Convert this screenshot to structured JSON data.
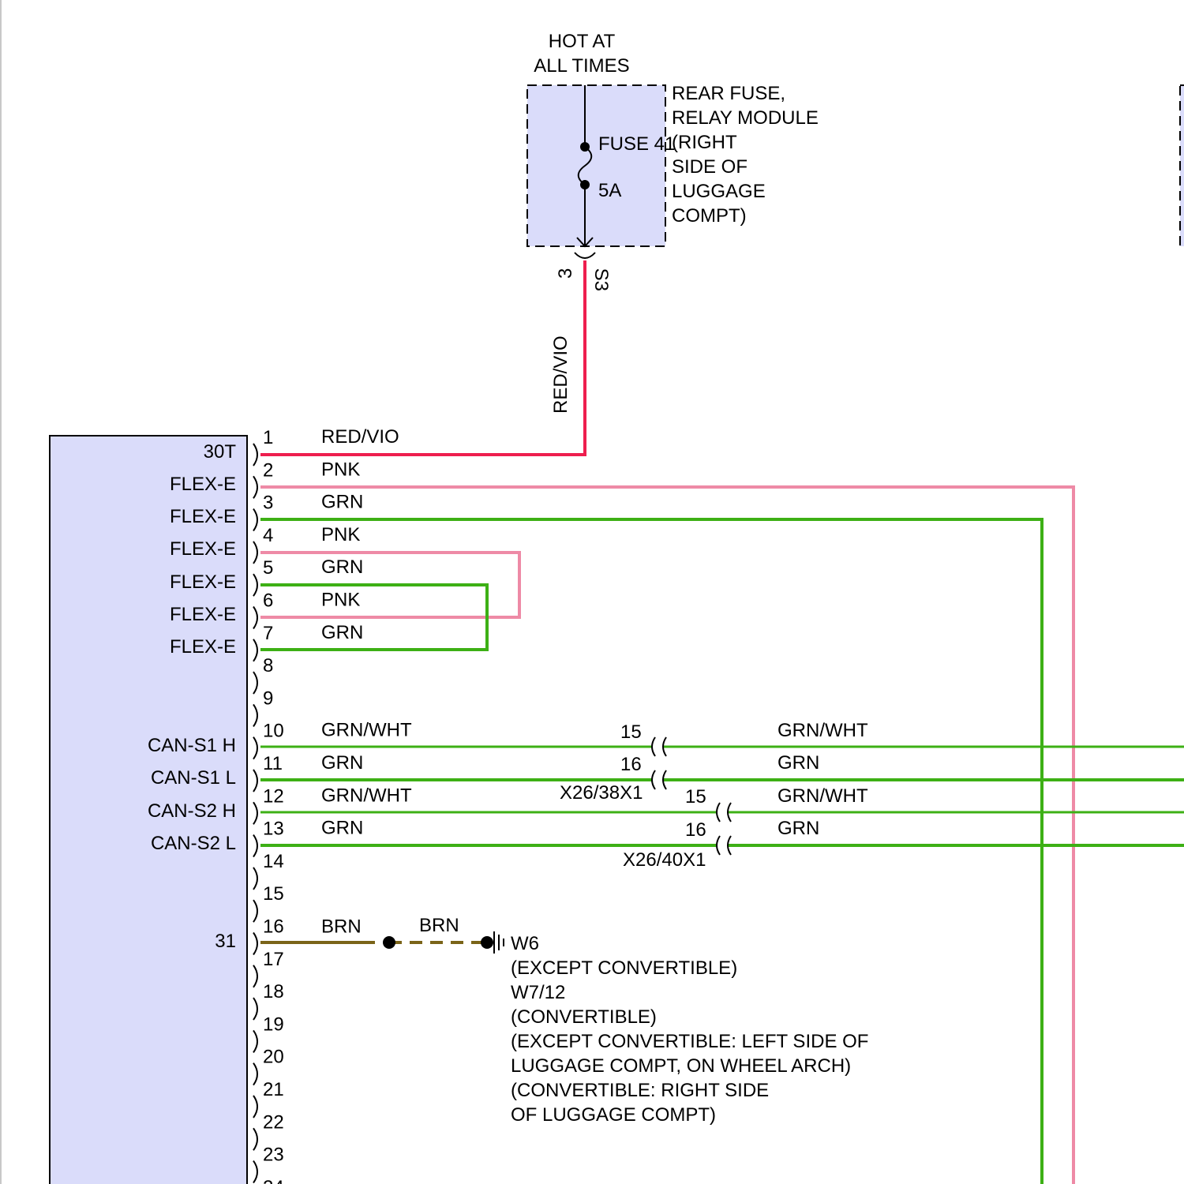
{
  "colors": {
    "module_fill": "#dadcfa",
    "red_vio": "#ee1e4e",
    "pnk": "#ee8aa6",
    "grn": "#3db015",
    "brn": "#7a6418",
    "ink": "#000000"
  },
  "fuse_box": {
    "hot_label": [
      "HOT AT",
      "ALL TIMES"
    ],
    "module_label": [
      "REAR FUSE,",
      "RELAY MODULE",
      "(RIGHT",
      "SIDE OF",
      "LUGGAGE",
      "COMPT)"
    ],
    "fuse_name": "FUSE 41",
    "fuse_rating": "5A",
    "connector_pin": "3",
    "connector_name": "S3",
    "wire_label": "RED/VIO"
  },
  "module": {
    "pins": [
      {
        "num": "1",
        "func": "30T",
        "wire": "RED/VIO"
      },
      {
        "num": "2",
        "func": "FLEX-E",
        "wire": "PNK"
      },
      {
        "num": "3",
        "func": "FLEX-E",
        "wire": "GRN"
      },
      {
        "num": "4",
        "func": "FLEX-E",
        "wire": "PNK"
      },
      {
        "num": "5",
        "func": "FLEX-E",
        "wire": "GRN"
      },
      {
        "num": "6",
        "func": "FLEX-E",
        "wire": "PNK"
      },
      {
        "num": "7",
        "func": "",
        "wire": "GRN"
      },
      {
        "num": "8",
        "func": "",
        "wire": ""
      },
      {
        "num": "9",
        "func": "",
        "wire": ""
      },
      {
        "num": "10",
        "func": "CAN-S1 H",
        "wire": "GRN/WHT"
      },
      {
        "num": "11",
        "func": "CAN-S1 L",
        "wire": "GRN"
      },
      {
        "num": "12",
        "func": "CAN-S2 H",
        "wire": "GRN/WHT"
      },
      {
        "num": "13",
        "func": "CAN-S2 L",
        "wire": "GRN"
      },
      {
        "num": "14",
        "func": "",
        "wire": ""
      },
      {
        "num": "15",
        "func": "",
        "wire": ""
      },
      {
        "num": "16",
        "func": "31",
        "wire": "BRN"
      },
      {
        "num": "17",
        "func": "",
        "wire": ""
      },
      {
        "num": "18",
        "func": "",
        "wire": ""
      },
      {
        "num": "19",
        "func": "",
        "wire": ""
      },
      {
        "num": "20",
        "func": "",
        "wire": ""
      },
      {
        "num": "21",
        "func": "",
        "wire": ""
      },
      {
        "num": "22",
        "func": "",
        "wire": ""
      },
      {
        "num": "23",
        "func": "",
        "wire": ""
      },
      {
        "num": "24",
        "func": "",
        "wire": ""
      }
    ]
  },
  "connectors": {
    "x26_38x1": {
      "name": "X26/38X1",
      "pin_a": "15",
      "pin_b": "16",
      "wire_a": "GRN/WHT",
      "wire_b": "GRN"
    },
    "x26_40x1": {
      "name": "X26/40X1",
      "pin_a": "15",
      "pin_b": "16",
      "wire_a": "GRN/WHT",
      "wire_b": "GRN"
    }
  },
  "ground": {
    "wire_label": "BRN",
    "lines": [
      "W6",
      "(EXCEPT CONVERTIBLE)",
      "W7/12",
      "(CONVERTIBLE)",
      "(EXCEPT CONVERTIBLE: LEFT SIDE OF",
      "LUGGAGE COMPT, ON WHEEL ARCH)",
      "(CONVERTIBLE: RIGHT SIDE",
      "OF LUGGAGE COMPT)"
    ]
  }
}
